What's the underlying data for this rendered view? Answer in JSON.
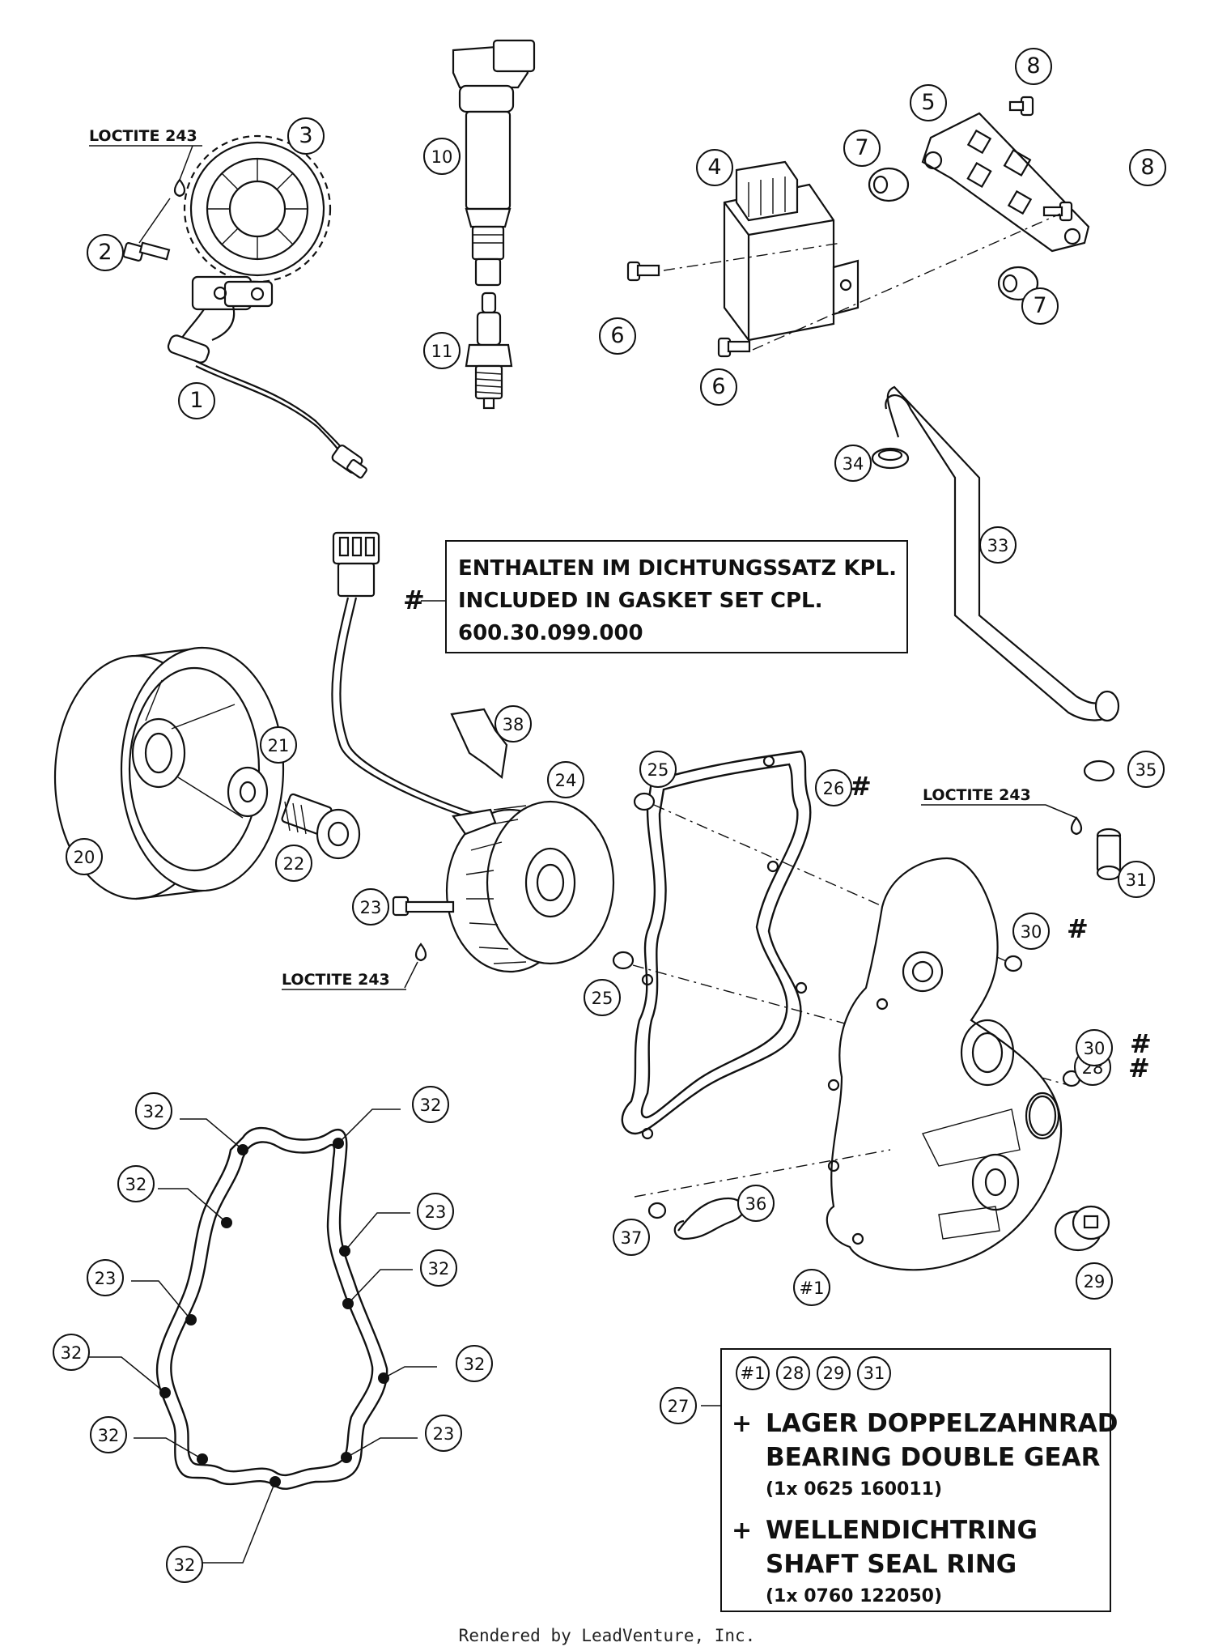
{
  "callouts": {
    "c1": "1",
    "c2": "2",
    "c3": "3",
    "c4": "4",
    "c5": "5",
    "c6": "6",
    "c7": "7",
    "c8": "8",
    "c10": "10",
    "c11": "11",
    "c20": "20",
    "c21": "21",
    "c22": "22",
    "c23": "23",
    "c24": "24",
    "c25": "25",
    "c26": "26",
    "c27": "27",
    "c28": "28",
    "c29": "29",
    "c30": "30",
    "c31": "31",
    "c32": "32",
    "c33": "33",
    "c34": "34",
    "c35": "35",
    "c36": "36",
    "c37": "37",
    "c38": "38",
    "c_hash1": "#1"
  },
  "hash_symbol": "#",
  "loctite_label": "LOCTITE 243",
  "gasket_note": {
    "line1": "ENTHALTEN IM DICHTUNGSSATZ KPL.",
    "line2": "INCLUDED IN GASKET SET CPL.",
    "line3": "600.30.099.000"
  },
  "kit_box": {
    "items": [
      "#1",
      "28",
      "29",
      "31"
    ],
    "plus": "+",
    "entry1_de": "LAGER DOPPELZAHNRAD",
    "entry1_en": "BEARING  DOUBLE GEAR",
    "entry1_part": "(1x  0625 160011)",
    "entry2_de": "WELLENDICHTRING",
    "entry2_en": "SHAFT SEAL RING",
    "entry2_part": "(1x  0760 122050)"
  },
  "footer": "Rendered by LeadVenture, Inc."
}
